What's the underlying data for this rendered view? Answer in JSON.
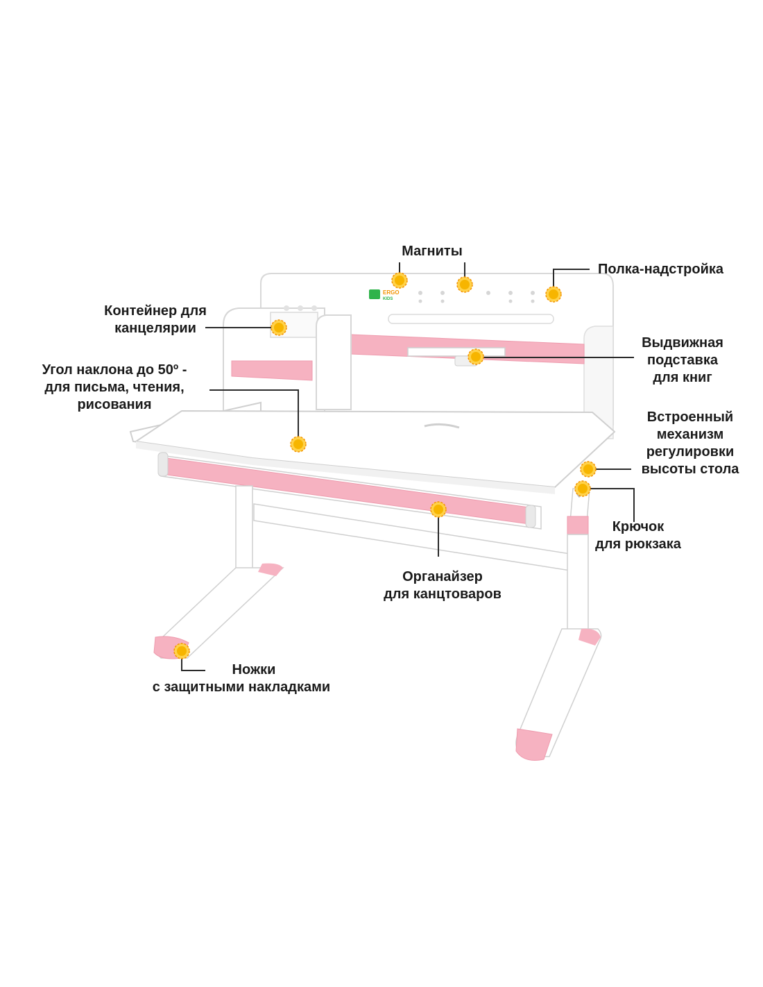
{
  "brand": {
    "logo_text_top": "ERGO",
    "logo_text_bottom": "KIDS"
  },
  "colors": {
    "pink": "#f6b2c1",
    "pink_dark": "#ee9aad",
    "white_part": "#ffffff",
    "outline": "#d9d9d9",
    "marker_fill": "#f7b500",
    "marker_ring": "#ffd24a",
    "leader_line": "#2a2a2a",
    "text": "#1a1a1a",
    "logo_green": "#2fb34a",
    "logo_orange": "#f39200"
  },
  "callouts": {
    "magnets": {
      "lines": [
        "Магниты"
      ]
    },
    "top_shelf": {
      "lines": [
        "Полка-надстройка"
      ]
    },
    "stationery_container": {
      "lines": [
        "Контейнер для",
        "канцелярии"
      ]
    },
    "tilt_angle": {
      "lines": [
        "Угол наклона до 50º -",
        "для письма, чтения,",
        "рисования"
      ]
    },
    "book_stand": {
      "lines": [
        "Выдвижная",
        "подставка",
        "для книг"
      ]
    },
    "height_mechanism": {
      "lines": [
        "Встроенный",
        "механизм",
        "регулировки",
        "высоты стола"
      ]
    },
    "backpack_hook": {
      "lines": [
        "Крючок",
        "для рюкзака"
      ]
    },
    "organizer": {
      "lines": [
        "Органайзер",
        "для канцтоваров"
      ]
    },
    "legs": {
      "lines": [
        "Ножки",
        "с  защитными накладками"
      ]
    }
  }
}
